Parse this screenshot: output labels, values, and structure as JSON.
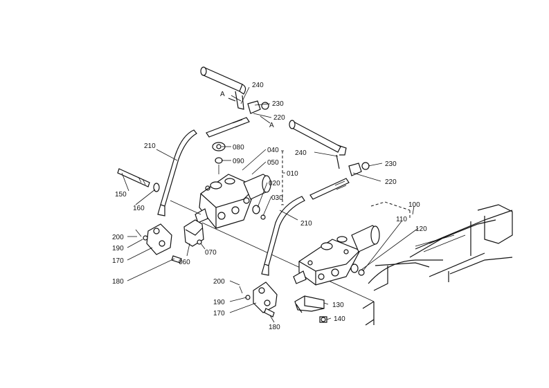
{
  "callouts": {
    "c240_top": "240",
    "c230_top": "230",
    "c220_top": "220",
    "cA_left": "A",
    "cA_right": "A",
    "c210_left": "210",
    "c080": "080",
    "c090": "090",
    "c040": "040",
    "c050": "050",
    "c010": "010",
    "c020": "020",
    "c030": "030",
    "c150": "150",
    "c160": "160",
    "c200_left": "200",
    "c190_left": "190",
    "c170_left": "170",
    "c180_left": "180",
    "c060": "060",
    "c070": "070",
    "c240_right": "240",
    "c230_right": "230",
    "c220_right": "220",
    "c210_right": "210",
    "c100": "100",
    "c110": "110",
    "c120": "120",
    "c200_bottom": "200",
    "c190_bottom": "190",
    "c170_bottom": "170",
    "c180_bottom": "180",
    "c130": "130",
    "c140": "140"
  }
}
